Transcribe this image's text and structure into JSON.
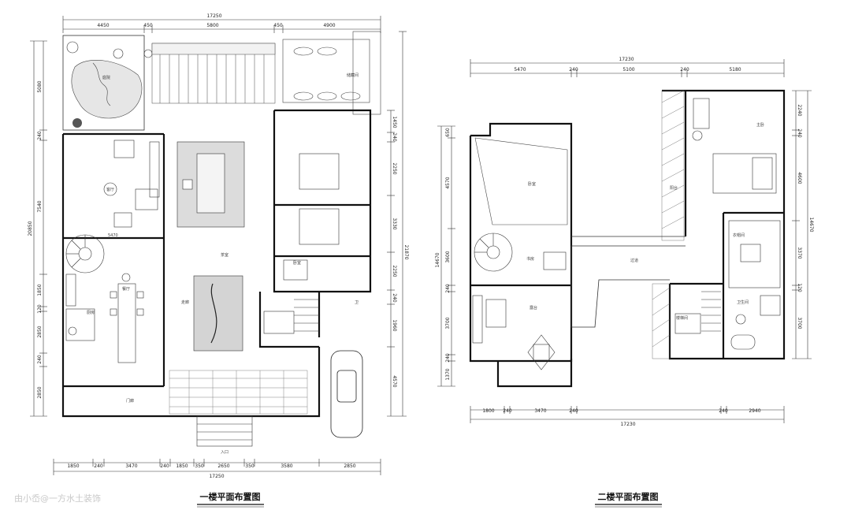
{
  "watermark": "由小岙@一方水土装饰",
  "plans": [
    {
      "id": "floor1",
      "title": "一楼平面布置图",
      "top_total": "17250",
      "top_dims": [
        "4450",
        "450",
        "5800",
        "450",
        "4900"
      ],
      "bottom_dims": [
        "1850",
        "240",
        "3470",
        "240",
        "1850",
        "350",
        "2650",
        "350",
        "3580",
        "2850"
      ],
      "bottom_total": "17250",
      "left_dims": [
        "5080",
        "240",
        "7540",
        "1850",
        "120",
        "2850",
        "240",
        "2850"
      ],
      "left_total": "20850",
      "right_dims": [
        "1450",
        "240",
        "2250",
        "3330",
        "2250",
        "1960",
        "240",
        "4570"
      ],
      "right_total": "21870",
      "room_labels": [
        "客厅",
        "餐厅",
        "厨房",
        "茶室",
        "走廊",
        "卧室",
        "卫",
        "储藏间",
        "庭院",
        "门廊",
        "入口"
      ],
      "interior_numbers": [
        "5470"
      ]
    },
    {
      "id": "floor2",
      "title": "二楼平面布置图",
      "top_total": "17230",
      "top_dims": [
        "5470",
        "240",
        "5100",
        "240",
        "5180"
      ],
      "bottom_dims": [
        "1800",
        "240",
        "3470",
        "240",
        "240",
        "2940"
      ],
      "bottom_total": "17230",
      "left_dims": [
        "650",
        "4570",
        "3600",
        "240",
        "3700",
        "240",
        "1370"
      ],
      "left_total": "14670",
      "right_dims": [
        "2240",
        "240",
        "4600",
        "3370",
        "120",
        "3700"
      ],
      "right_total": "14670",
      "room_labels": [
        "卧室",
        "书房",
        "过道",
        "露台",
        "主卧",
        "衣帽间",
        "卫生间",
        "楼梯间",
        "阳台"
      ]
    }
  ]
}
